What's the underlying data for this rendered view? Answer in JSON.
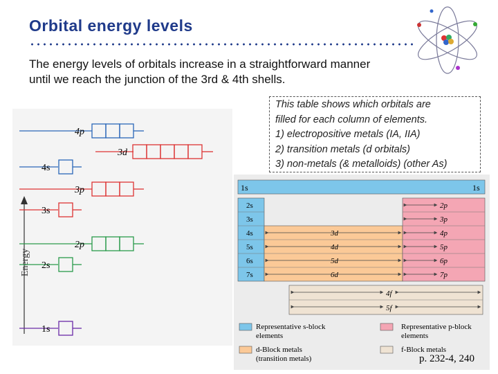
{
  "title": "Orbital energy levels",
  "intro": {
    "line1": "The energy levels of orbitals increase in a straightforward manner",
    "line2": "until we reach the junction of the 3rd & 4th shells."
  },
  "note": {
    "line1": "This table shows which orbitals are",
    "line2": "filled for each column of elements.",
    "line3": "1) electropositive metals (IA, IIA)",
    "line4": "2) transition metals (d orbitals)",
    "line5": "3) non-metals (& metalloids) (other As)"
  },
  "energy_diagram": {
    "axis_label": "Energy",
    "levels": [
      "4p",
      "3d",
      "4s",
      "3p",
      "3s",
      "2p",
      "2s",
      "1s"
    ]
  },
  "periodic_table": {
    "s_labels": [
      "1s",
      "2s",
      "3s",
      "4s",
      "5s",
      "6s",
      "7s"
    ],
    "p_labels": [
      "1s",
      "2p",
      "3p",
      "4p",
      "5p",
      "6p",
      "7p"
    ],
    "d_labels": [
      "3d",
      "4d",
      "5d",
      "6d"
    ],
    "f_labels": [
      "4f",
      "5f"
    ],
    "legend": {
      "s_line1": "Representative s-block",
      "s_line2": "elements",
      "p_line1": "Representative p-block",
      "p_line2": "elements",
      "d_line1": "d-Block metals",
      "d_line2": "(transition metals)",
      "f_line1": "f-Block metals"
    },
    "colors": {
      "s": "#7dc6ea",
      "p": "#f4a6b4",
      "d": "#fbc997",
      "f": "#efe3d3"
    }
  },
  "page_number": "p. 232-4, 240"
}
